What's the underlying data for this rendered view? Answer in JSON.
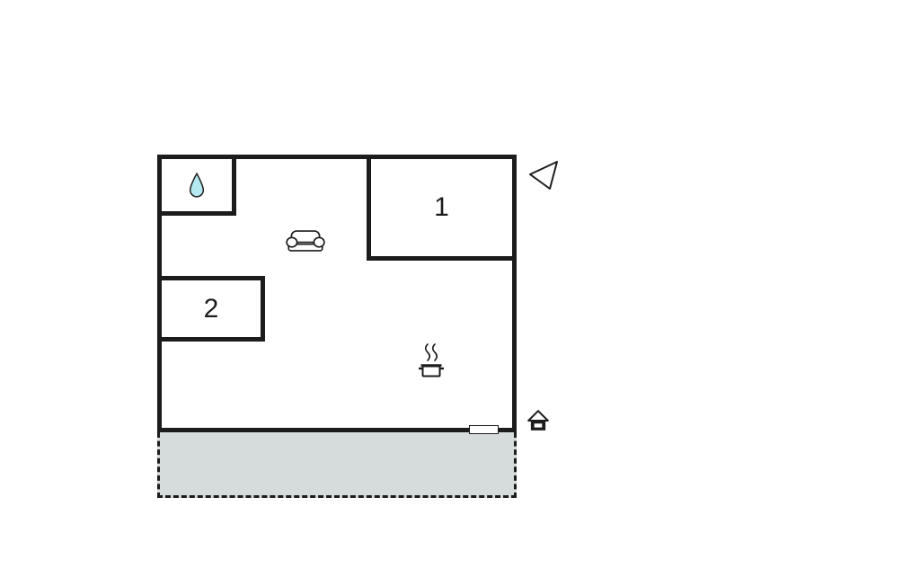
{
  "floorplan": {
    "rooms": [
      {
        "label": "1"
      },
      {
        "label": "2"
      }
    ],
    "icons": [
      {
        "name": "water-drop-icon"
      },
      {
        "name": "sofa-icon"
      },
      {
        "name": "cooking-pot-icon"
      },
      {
        "name": "north-arrow-icon"
      },
      {
        "name": "entrance-house-icon"
      },
      {
        "name": "door-opening"
      }
    ],
    "colors": {
      "wall": "#1c1c1c",
      "water_drop_fill": "#b5e9f2",
      "terrace_fill": "#d6dcdc",
      "background": "#ffffff"
    }
  }
}
